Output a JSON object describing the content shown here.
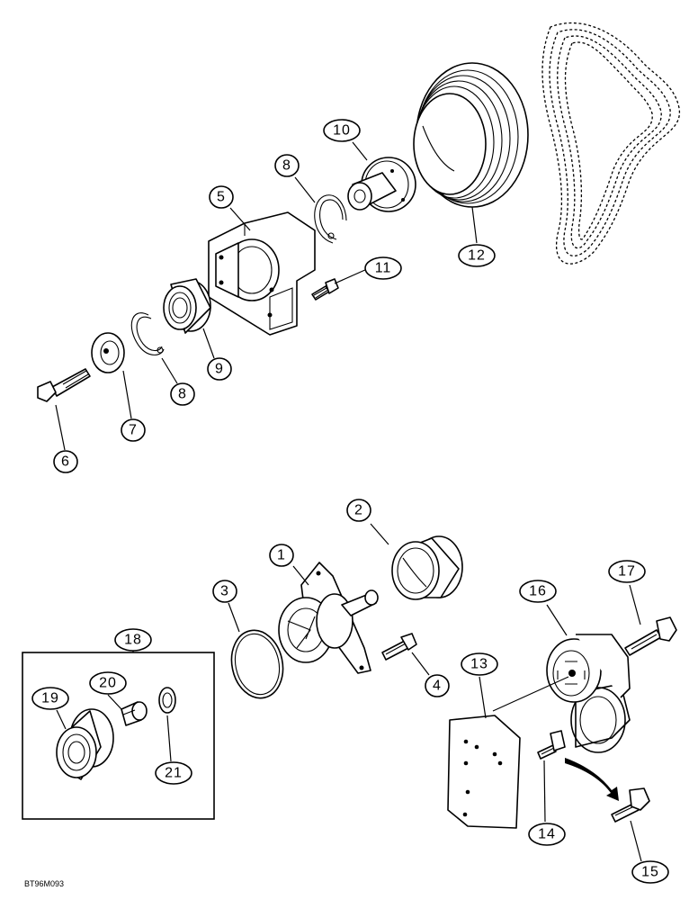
{
  "figure_code": "BT96M093",
  "callouts": {
    "c1": "1",
    "c2": "2",
    "c3": "3",
    "c4": "4",
    "c5": "5",
    "c6": "6",
    "c7": "7",
    "c8a": "8",
    "c8b": "8",
    "c9": "9",
    "c10": "10",
    "c11": "11",
    "c12": "12",
    "c13": "13",
    "c14": "14",
    "c15": "15",
    "c16": "16",
    "c17": "17",
    "c18": "18",
    "c19": "19",
    "c20": "20",
    "c21": "21"
  }
}
